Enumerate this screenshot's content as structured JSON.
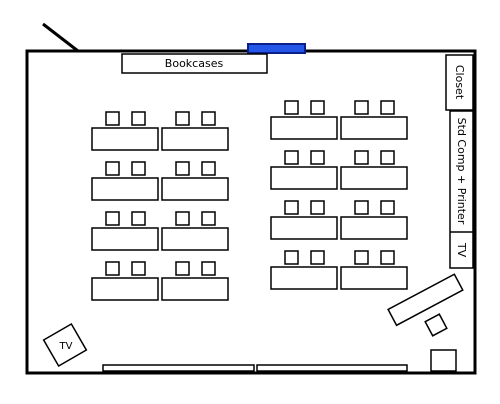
{
  "labels": {
    "bookcases": "Bookcases",
    "closet": "Closet",
    "computer_printer": "Std Comp + Printer",
    "tv_right": "TV",
    "tv_corner": "TV"
  },
  "colors": {
    "wall": "#000000",
    "window_fill": "#2457e8",
    "window_stroke": "#0a1f8a",
    "furniture_fill": "#ffffff"
  },
  "layout": {
    "left_desk_rows": 4,
    "right_desk_rows": 4,
    "desks_per_row": 2,
    "chairs_per_desk": 2
  }
}
